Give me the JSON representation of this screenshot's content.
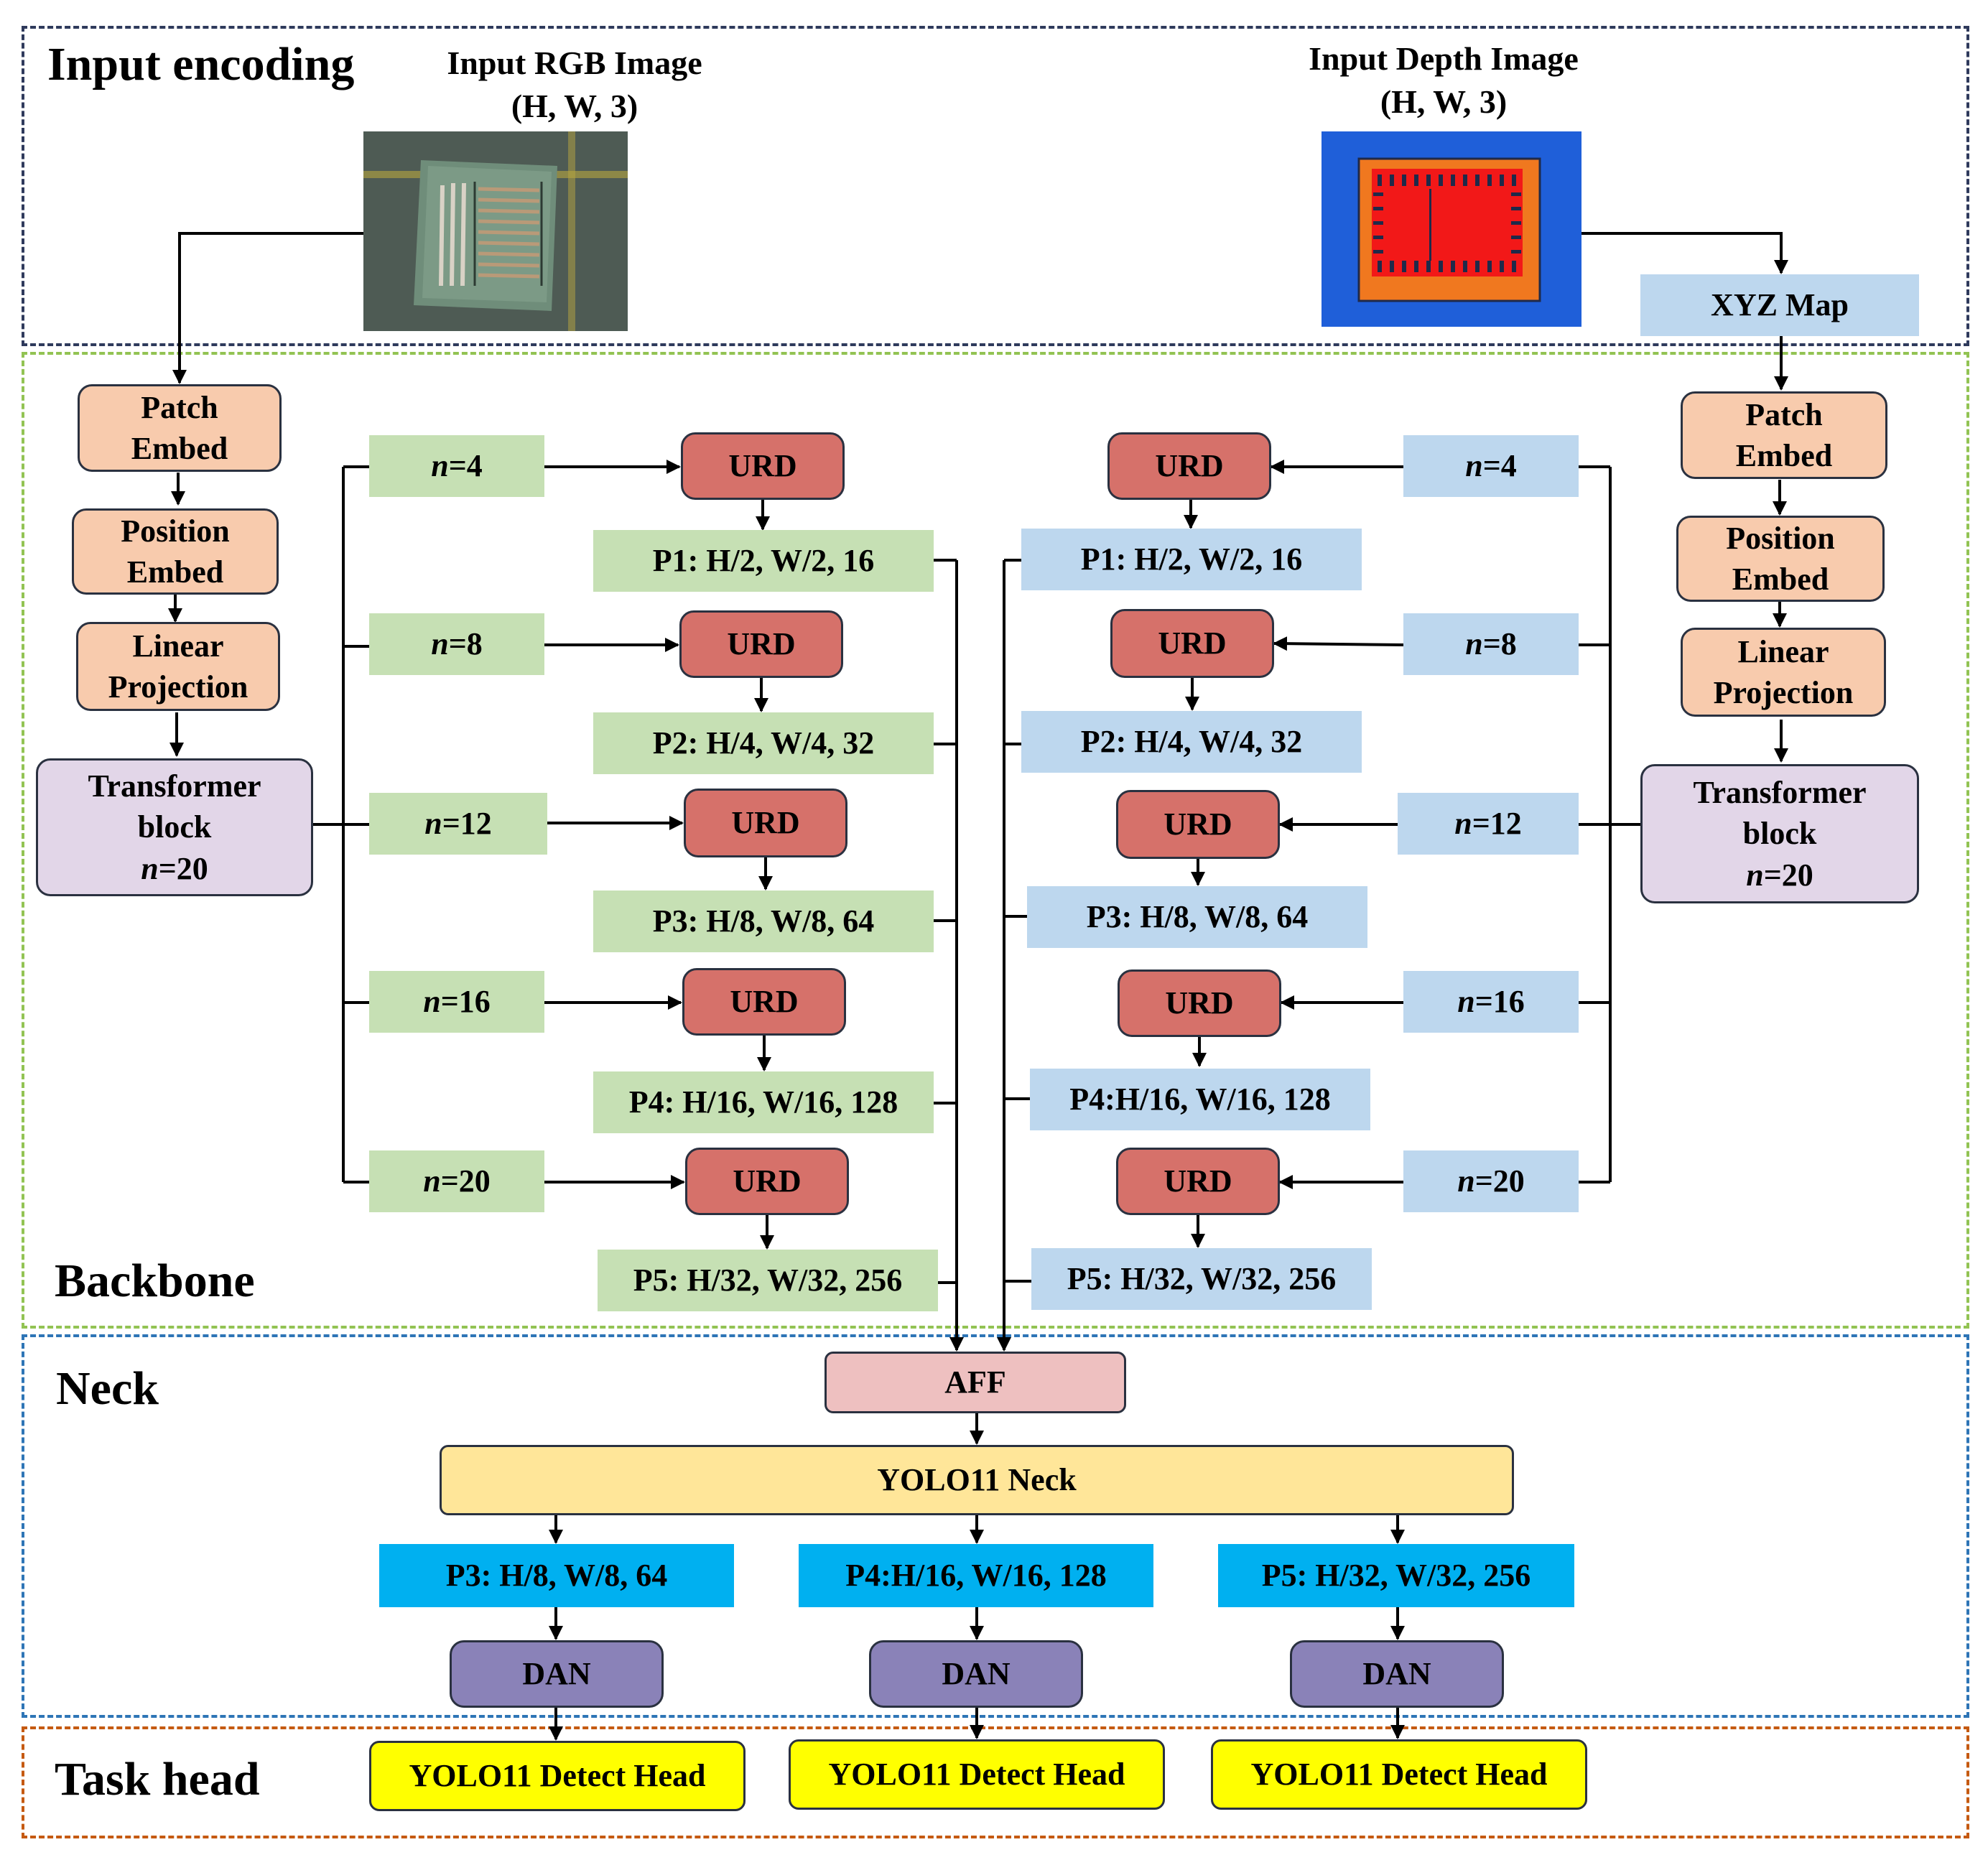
{
  "sections": {
    "input": "Input encoding",
    "backbone": "Backbone",
    "neck": "Neck",
    "head": "Task head"
  },
  "inputs": {
    "rgb_title": "Input RGB Image",
    "rgb_shape": "(H, W, 3)",
    "depth_title": "Input Depth Image",
    "depth_shape": "(H, W, 3)",
    "xyz": "XYZ Map"
  },
  "encoder": {
    "patch_l1": "Patch",
    "patch_l2": "Embed",
    "pos_l1": "Position",
    "pos_l2": "Embed",
    "lin_l1": "Linear",
    "lin_l2": "Projection",
    "trans_l1": "Transformer",
    "trans_l2": "block",
    "trans_n": "n",
    "trans_val": "=20"
  },
  "taps": {
    "n_sym": "n",
    "values": [
      "=4",
      "=8",
      "=12",
      "=16",
      "=20"
    ]
  },
  "urd": "URD",
  "features_rgb": [
    "P1: H/2, W/2, 16",
    "P2: H/4, W/4, 32",
    "P3: H/8, W/8, 64",
    "P4: H/16, W/16, 128",
    "P5: H/32, W/32, 256"
  ],
  "features_depth": [
    "P1: H/2, W/2, 16",
    "P2: H/4, W/4, 32",
    "P3: H/8, W/8, 64",
    "P4:H/16, W/16, 128",
    "P5: H/32, W/32, 256"
  ],
  "aff": "AFF",
  "neck_label": "YOLO11 Neck",
  "neck_outputs": [
    "P3: H/8, W/8, 64",
    "P4:H/16, W/16, 128",
    "P5: H/32, W/32, 256"
  ],
  "dan": "DAN",
  "detect_head": "YOLO11 Detect Head",
  "colors": {
    "input_border": "#2f3a5c",
    "backbone_border": "#92c353",
    "neck_border": "#2e75b6",
    "head_border": "#c55a11",
    "peach": "#f8cbad",
    "lilac": "#e2d6e8",
    "urd": "#d6716a",
    "green_feature": "#c6e0b4",
    "blue_feature": "#bdd7ee",
    "aff": "#eec0c0",
    "neck": "#ffe699",
    "neck_output": "#00b0f0",
    "dan": "#8a82b8",
    "detect_head": "#ffff00"
  }
}
